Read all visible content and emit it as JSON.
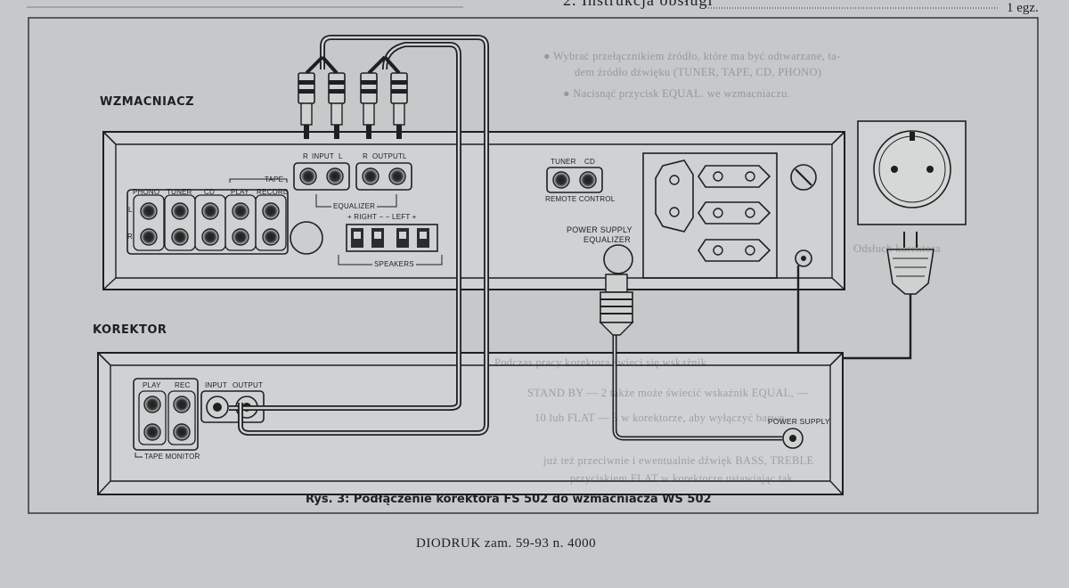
{
  "header": {
    "instruction_line": "2. Instrukcja obsługi",
    "instruction_qty": "1 egz."
  },
  "amplifier": {
    "title": "WZMACNIACZ",
    "input": "INPUT",
    "output": "OUTPUT",
    "input_r": "R",
    "input_l": "L",
    "output_r": "R",
    "output_l": "L",
    "equalizer": "EQUALIZER",
    "inputs": [
      "PHONO",
      "TUNER",
      "CD",
      "PLAY",
      "RECORD"
    ],
    "tape": "TAPE",
    "side_l": "L",
    "side_r": "R",
    "speakers": "SPEAKERS",
    "speaker_polarity": "+ RIGHT −   − LEFT +",
    "remote_tuner": "TUNER",
    "remote_cd": "CD",
    "remote_control": "REMOTE  CONTROL",
    "power_supply_equalizer_1": "POWER SUPPLY",
    "power_supply_equalizer_2": "EQUALIZER"
  },
  "corrector": {
    "title": "KOREKTOR",
    "play": "PLAY",
    "rec": "REC",
    "input": "INPUT",
    "output": "OUTPUT",
    "tape_monitor": "TAPE MONITOR",
    "power_supply": "POWER SUPPLY"
  },
  "caption": "Rys. 3: Podłączenie korektora FS 502 do wzmacniacza WS 502",
  "footer": "DIODRUK  zam.  59-93  n.  4000",
  "colors": {
    "paper": "#c6c8c9",
    "ink": "#1e1f21",
    "panel": "#d3d5d5"
  }
}
